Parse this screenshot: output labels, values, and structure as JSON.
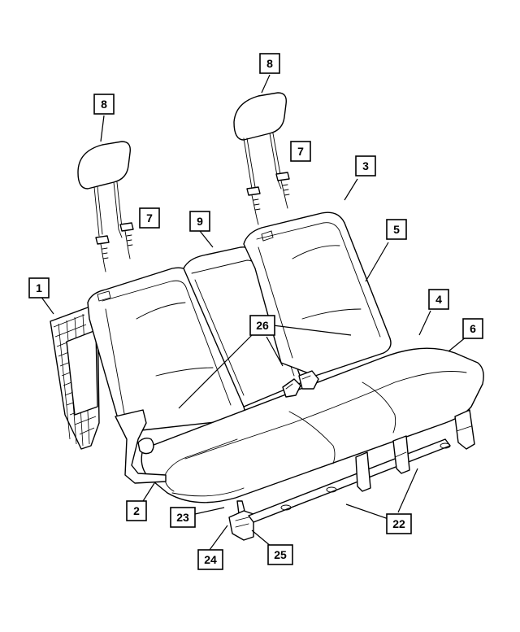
{
  "callouts": {
    "c1": "1",
    "c2": "2",
    "c3": "3",
    "c4": "4",
    "c5": "5",
    "c6": "6",
    "c7a": "7",
    "c7b": "7",
    "c8a": "8",
    "c8b": "8",
    "c9": "9",
    "c22": "22",
    "c23": "23",
    "c24": "24",
    "c25": "25",
    "c26": "26"
  }
}
